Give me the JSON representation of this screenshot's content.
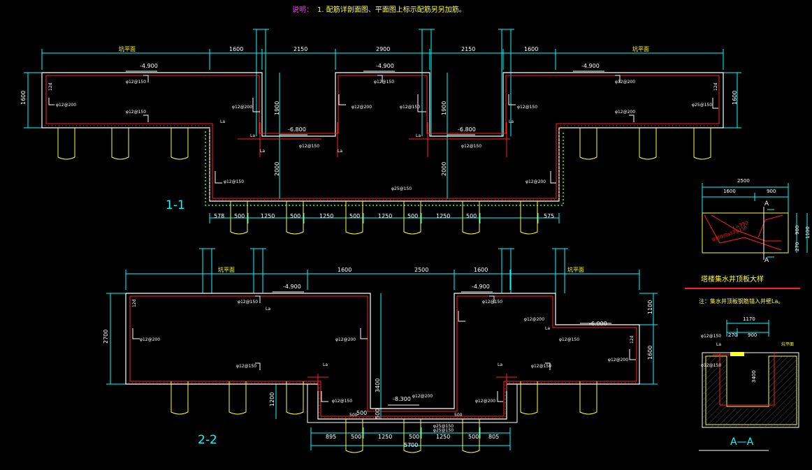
{
  "note": {
    "label": "说明：",
    "text": "1. 配筋详剖面图、平面图上标示配筋另另加筋。"
  },
  "sections": {
    "s1": {
      "title": "1-1",
      "dims_top": [
        "坑平面",
        "1600",
        "2150",
        "2900",
        "2150",
        "1600",
        "坑平面"
      ],
      "dims_bottom": [
        "578",
        "500",
        "1250",
        "500",
        "1250",
        "500",
        "1250",
        "500",
        "1250",
        "500",
        "575"
      ],
      "heights": [
        "1600",
        "1600",
        "1900",
        "1900",
        "2000",
        "2000"
      ],
      "elev_top": "-4.900",
      "elev_mid": "-6.800",
      "rebar": [
        "φ12@150",
        "φ12@200",
        "φ12@150",
        "φ12@150",
        "φ12@200",
        "φ12@150",
        "φ12@200",
        "φ12@150",
        "φ12@150",
        "φ12@200",
        "φ12@150",
        "φ12@200",
        "φ25@150"
      ],
      "marks": [
        "12d",
        "12d",
        "La",
        "La",
        "La",
        "La",
        "La",
        "La"
      ]
    },
    "s2": {
      "title": "2-2",
      "dims_top": [
        "坑平面",
        "1600",
        "2500",
        "1600",
        "坑平面"
      ],
      "dims_bottom": [
        "895",
        "500",
        "1250",
        "500",
        "1250",
        "500",
        "805"
      ],
      "dim_total": "5700",
      "heights": [
        "2700",
        "1100",
        "1600",
        "3400",
        "1200",
        "500",
        "500"
      ],
      "elev_top": "-4.900",
      "elev_mid": "-6.000",
      "elev_low": "-8.300",
      "rebar": [
        "φ12@150",
        "φ12@200",
        "φ12@150",
        "φ12@200",
        "φ12@150",
        "φ12@200",
        "φ12@150",
        "φ12@200",
        "φ12@150",
        "φ12@200",
        "φ25@150",
        "φ12@150",
        "φ12@200",
        "φ25@150"
      ],
      "marks": [
        "12d",
        "12d",
        "La",
        "La",
        "La",
        "La",
        "500",
        "500"
      ]
    }
  },
  "detail": {
    "title": "塔楼集水井顶板大样",
    "subnote": "注：集水井顶板钢筋锚入井壁La。",
    "dims": [
      "2500",
      "1600",
      "900",
      "900",
      "1100",
      "270"
    ],
    "labels": [
      "A",
      "A",
      "L=750",
      "双层双向φ12@150"
    ]
  },
  "detail_aa": {
    "title": "A—A",
    "dims": [
      "1170",
      "270",
      "900",
      "3400"
    ],
    "labels": [
      "φ12@150",
      "La",
      "φ12@150",
      "坑平面"
    ]
  },
  "colors": {
    "red": "#ff2020",
    "white": "#ffffff",
    "yellow": "#ffff33",
    "cyan": "#00ffff",
    "green": "#33ff33",
    "magenta": "#ff33ff",
    "blue": "#3355ff"
  }
}
